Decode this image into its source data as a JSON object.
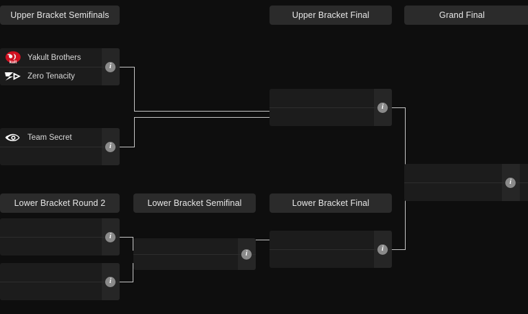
{
  "theme": {
    "background": "#0e0e0e",
    "header_pill": "#2b2b2b",
    "match_box": "#1c1c1c",
    "match_strip": "#262626",
    "connector": "#c9c9c9",
    "info_badge": "#8a8a8a",
    "text": "#e8e8e8"
  },
  "headers": [
    {
      "id": "upper-bracket-semifinals",
      "label": "Upper Bracket Semifinals"
    },
    {
      "id": "upper-bracket-final",
      "label": "Upper Bracket Final"
    },
    {
      "id": "grand-final",
      "label": "Grand Final"
    },
    {
      "id": "lower-bracket-round-2",
      "label": "Lower Bracket Round 2"
    },
    {
      "id": "lower-bracket-semifinal",
      "label": "Lower Bracket Semifinal"
    },
    {
      "id": "lower-bracket-final",
      "label": "Lower Bracket Final"
    }
  ],
  "info_icon": "i",
  "matches": {
    "ub_sf1": {
      "top": {
        "team": "Yakult Brothers",
        "logo": "yakult-brothers-logo"
      },
      "bottom": {
        "team": "Zero Tenacity",
        "logo": "zero-tenacity-logo"
      }
    },
    "ub_sf2": {
      "top": {
        "team": "Team Secret",
        "logo": "team-secret-logo"
      },
      "bottom": {
        "team": "",
        "logo": ""
      }
    },
    "ub_final": {
      "top": {
        "team": "",
        "logo": ""
      },
      "bottom": {
        "team": "",
        "logo": ""
      }
    },
    "grand_final": {
      "top": {
        "team": "",
        "logo": ""
      },
      "bottom": {
        "team": "",
        "logo": ""
      }
    },
    "lb_r2_m1": {
      "top": {
        "team": "",
        "logo": ""
      },
      "bottom": {
        "team": "",
        "logo": ""
      }
    },
    "lb_r2_m2": {
      "top": {
        "team": "",
        "logo": ""
      },
      "bottom": {
        "team": "",
        "logo": ""
      }
    },
    "lb_sf": {
      "top": {
        "team": "",
        "logo": ""
      },
      "bottom": {
        "team": "",
        "logo": ""
      }
    },
    "lb_final": {
      "top": {
        "team": "",
        "logo": ""
      },
      "bottom": {
        "team": "",
        "logo": ""
      }
    }
  }
}
